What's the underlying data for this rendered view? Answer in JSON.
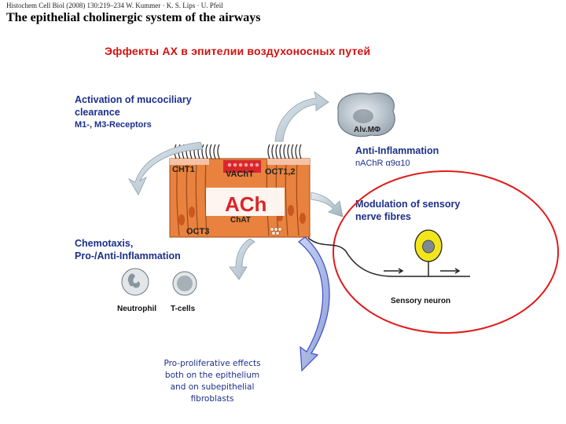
{
  "citation": "Histochem Cell Biol (2008) 130:219–234     W. Kummer · K. S. Lips · U. Pfeil",
  "title": "The epithelial cholinergic system of the airways",
  "subtitle_ru": "Эффекты АХ в эпителии воздухоносных путей",
  "effects": {
    "mucociliary": [
      "Activation of mucociliary",
      "clearance"
    ],
    "mucociliary_receptors": "M1-, M3-Receptors",
    "anti_inflammation": "Anti-Inflammation",
    "nachr": "nAChR α9α10",
    "sensory": [
      "Modulation of sensory",
      "nerve fibres"
    ],
    "chemotaxis": [
      "Chemotaxis,",
      "Pro-/Anti-Inflammation"
    ]
  },
  "cell_labels": {
    "macrophage": "Alv.MΦ",
    "cht1": "CHT1",
    "vacht": "VAChT",
    "oct12": "OCT1,2",
    "ach": "ACh",
    "chat": "ChAT",
    "oct3": "OCT3",
    "neutrophil": "Neutrophil",
    "tcells": "T-cells",
    "sensory_neuron": "Sensory neuron"
  },
  "pro_proliferative": [
    "Pro-proliferative effects",
    "both on the epithelium",
    "and on subepithelial",
    "fibroblasts"
  ],
  "colors": {
    "title_red": "#d31010",
    "label_blue": "#1c2f8c",
    "epithelium": "#e8823e",
    "circle_red": "#e01b1b",
    "neuron_yellow": "#f3e51c",
    "arrow_blue": "#3b4ec9"
  }
}
